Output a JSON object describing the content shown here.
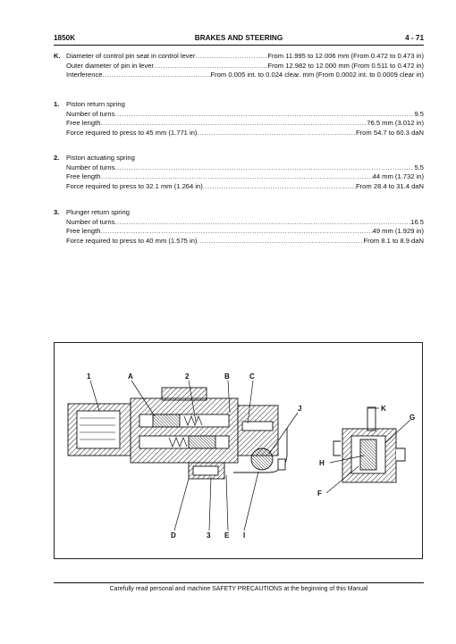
{
  "header": {
    "model": "1850K",
    "title": "BRAKES AND STEERING",
    "page": "4 - 71"
  },
  "spec_k": {
    "label": "K.",
    "rows": [
      {
        "key": "Diameter of control pin seat in control lever",
        "value": "From 11.995 to 12.006 mm (From 0.472 to 0.473 in)"
      },
      {
        "key": "Outer diameter of pin in lever",
        "value": "From 12.982 to 12.000 mm (From 0.511 to 0.472 in)"
      },
      {
        "key": "Interference",
        "value": "From 0.005 int. to 0.024 clear. mm (From 0.0002 int. to 0.0009 clear in)"
      }
    ]
  },
  "springs": [
    {
      "label": "1.",
      "title": "Piston return spring",
      "rows": [
        {
          "key": "Number of turns",
          "value": "9.5"
        },
        {
          "key": "Free length",
          "value": "76.5 mm (3.012 in)"
        },
        {
          "key": "Force required to press to 45 mm (1.771 in)",
          "value": "From 54.7 to 60.3 daN"
        }
      ]
    },
    {
      "label": "2.",
      "title": "Piston actuating spring",
      "rows": [
        {
          "key": "Number of turns",
          "value": "5.5"
        },
        {
          "key": "Free length",
          "value": "44 mm (1.732 in)"
        },
        {
          "key": "Force required to press to 32.1 mm (1.264 in)",
          "value": "From 28.4 to 31.4 daN"
        }
      ]
    },
    {
      "label": "3.",
      "title": "Plunger return spring",
      "rows": [
        {
          "key": "Number of turns",
          "value": "16.5"
        },
        {
          "key": "Free length",
          "value": "49 mm (1.929 in)"
        },
        {
          "key": "Force required to press to 40 mm (1.575 in)",
          "value": "From 8.1 to 8.9 daN"
        }
      ]
    }
  ],
  "figure": {
    "callouts": {
      "c1": "1",
      "cA": "A",
      "c2": "2",
      "cB": "B",
      "cC": "C",
      "cJ": "J",
      "cK": "K",
      "cG": "G",
      "cH": "H",
      "cF": "F",
      "cD": "D",
      "c3": "3",
      "cE": "E",
      "cI": "I"
    }
  },
  "footer": {
    "text": "Carefully read personal and machine SAFETY PRECAUTIONS at the beginning of this Manual"
  }
}
